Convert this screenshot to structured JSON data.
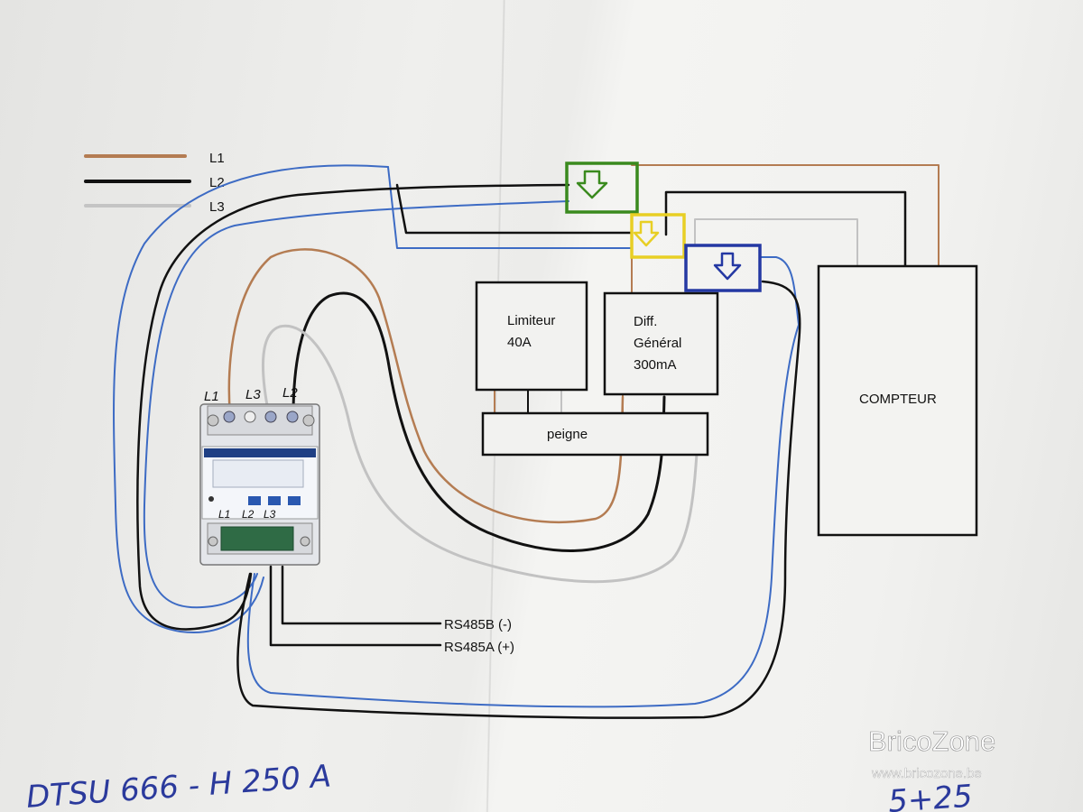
{
  "colors": {
    "L1": "#b47c52",
    "L2": "#111111",
    "L3": "#bdbdbd",
    "neutral": "#3d6bc4",
    "green_frame": "#3a8a1e",
    "yellow_frame": "#e8cf24",
    "blue_frame": "#2438a3"
  },
  "legend": [
    {
      "label": "L1",
      "color": "#b47c52"
    },
    {
      "label": "L2",
      "color": "#111111"
    },
    {
      "label": "L3",
      "color": "#bdbdbd"
    }
  ],
  "meter": {
    "top_labels": [
      "L1",
      "L3",
      "L2"
    ],
    "bottom_labels": [
      "L1",
      "L2",
      "L3"
    ]
  },
  "boxes": {
    "limiteur": [
      "Limiteur",
      "40A"
    ],
    "diff": [
      "Diff.",
      "Général",
      "300mA"
    ],
    "peigne": "peigne",
    "compteur": "COMPTEUR"
  },
  "rs485": {
    "b": "RS485B (-)",
    "a": "RS485A (+)"
  },
  "handwritten": {
    "model": "DTSU 666 - H  250 A",
    "corner": "5+25"
  },
  "icons": [
    "down-arrow-icon",
    "down-arrow-icon",
    "down-arrow-icon"
  ],
  "watermark": {
    "title": "BricoZone",
    "url": "www.bricozone.be"
  }
}
